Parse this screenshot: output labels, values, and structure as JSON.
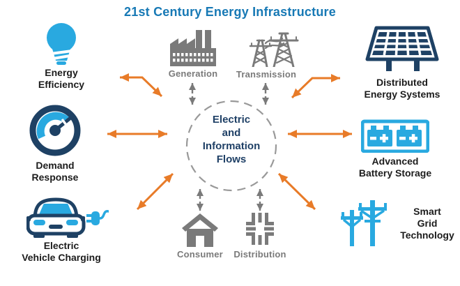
{
  "title": "21st Century Energy Infrastructure",
  "center": {
    "label": "Electric\nand\nInformation\nFlows"
  },
  "left_nodes": [
    {
      "id": "energy-efficiency",
      "label": "Energy\nEfficiency",
      "icon": "lightbulb-icon"
    },
    {
      "id": "demand-response",
      "label": "Demand\nResponse",
      "icon": "gauge-icon"
    },
    {
      "id": "electric-vehicle-charging",
      "label": "Electric\nVehicle Charging",
      "icon": "ev-car-with-plug-icon"
    }
  ],
  "right_nodes": [
    {
      "id": "distributed-energy-systems",
      "label": "Distributed\nEnergy Systems",
      "icon": "solar-panel-icon"
    },
    {
      "id": "advanced-battery-storage",
      "label": "Advanced\nBattery Storage",
      "icon": "battery-storage-icon"
    },
    {
      "id": "smart-grid-technology",
      "label": "Smart\nGrid\nTechnology",
      "icon": "utility-poles-icon"
    }
  ],
  "top_nodes": [
    {
      "id": "generation",
      "label": "Generation",
      "icon": "factory-icon"
    },
    {
      "id": "transmission",
      "label": "Transmission",
      "icon": "transmission-towers-icon"
    }
  ],
  "bottom_nodes": [
    {
      "id": "consumer",
      "label": "Consumer",
      "icon": "house-icon"
    },
    {
      "id": "distribution",
      "label": "Distribution",
      "icon": "circuit-grid-icon"
    }
  ],
  "colors": {
    "title_blue": "#1779b5",
    "navy": "#1e4164",
    "bright_blue": "#29a9e0",
    "gray": "#7a7a7a",
    "orange": "#e87b28",
    "circle_text_navy": "#1f4066",
    "label_dark": "#1c1c1c",
    "background": "#ffffff"
  }
}
